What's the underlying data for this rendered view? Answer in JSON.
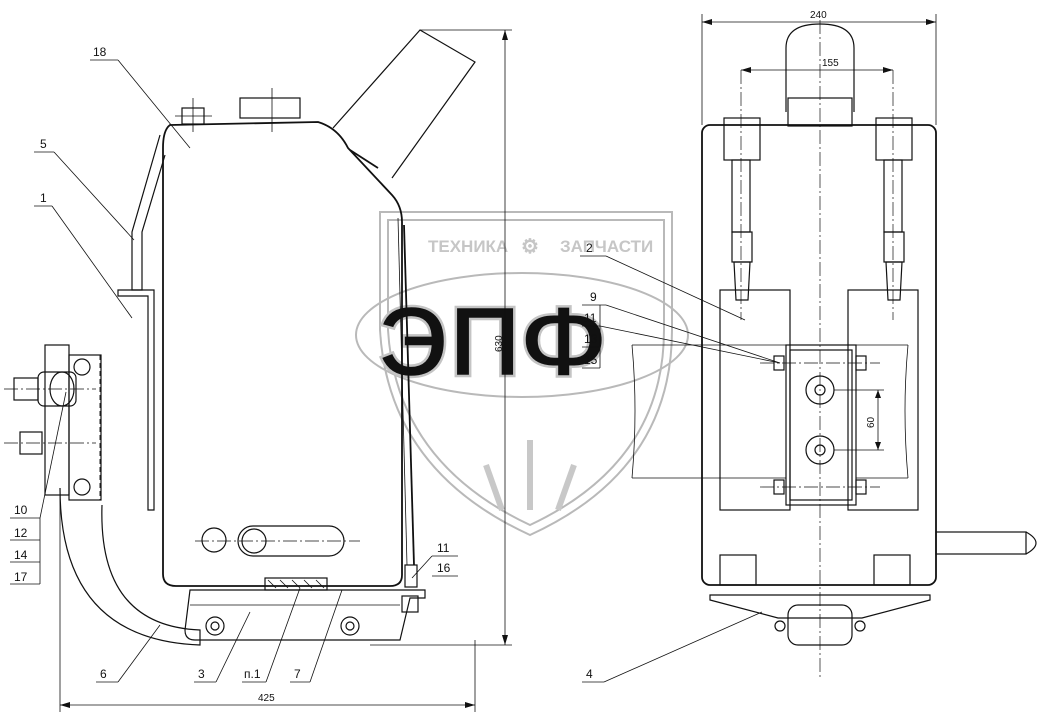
{
  "watermark": {
    "top_left": "ТЕХНИКА",
    "top_right": "ЗАПЧАСТИ",
    "gear_glyph": "⚙",
    "big": "ЭПФ"
  },
  "callouts": {
    "c18": "18",
    "c5": "5",
    "c1": "1",
    "c10": "10",
    "c12": "12",
    "c14": "14",
    "c17": "17",
    "c6": "6",
    "c3": "3",
    "cn1": "п.1",
    "c7": "7",
    "c11b": "11",
    "c16": "16",
    "c2": "2",
    "c9": "9",
    "c11": "11",
    "c13": "13",
    "c15": "15",
    "c4": "4"
  },
  "dimensions": {
    "d425": "425",
    "d630": "630",
    "d240": "240",
    "d155": "155",
    "d60": "60"
  },
  "colors": {
    "ink": "#111111",
    "watermark": "#bdbdbd",
    "background": "#ffffff"
  }
}
